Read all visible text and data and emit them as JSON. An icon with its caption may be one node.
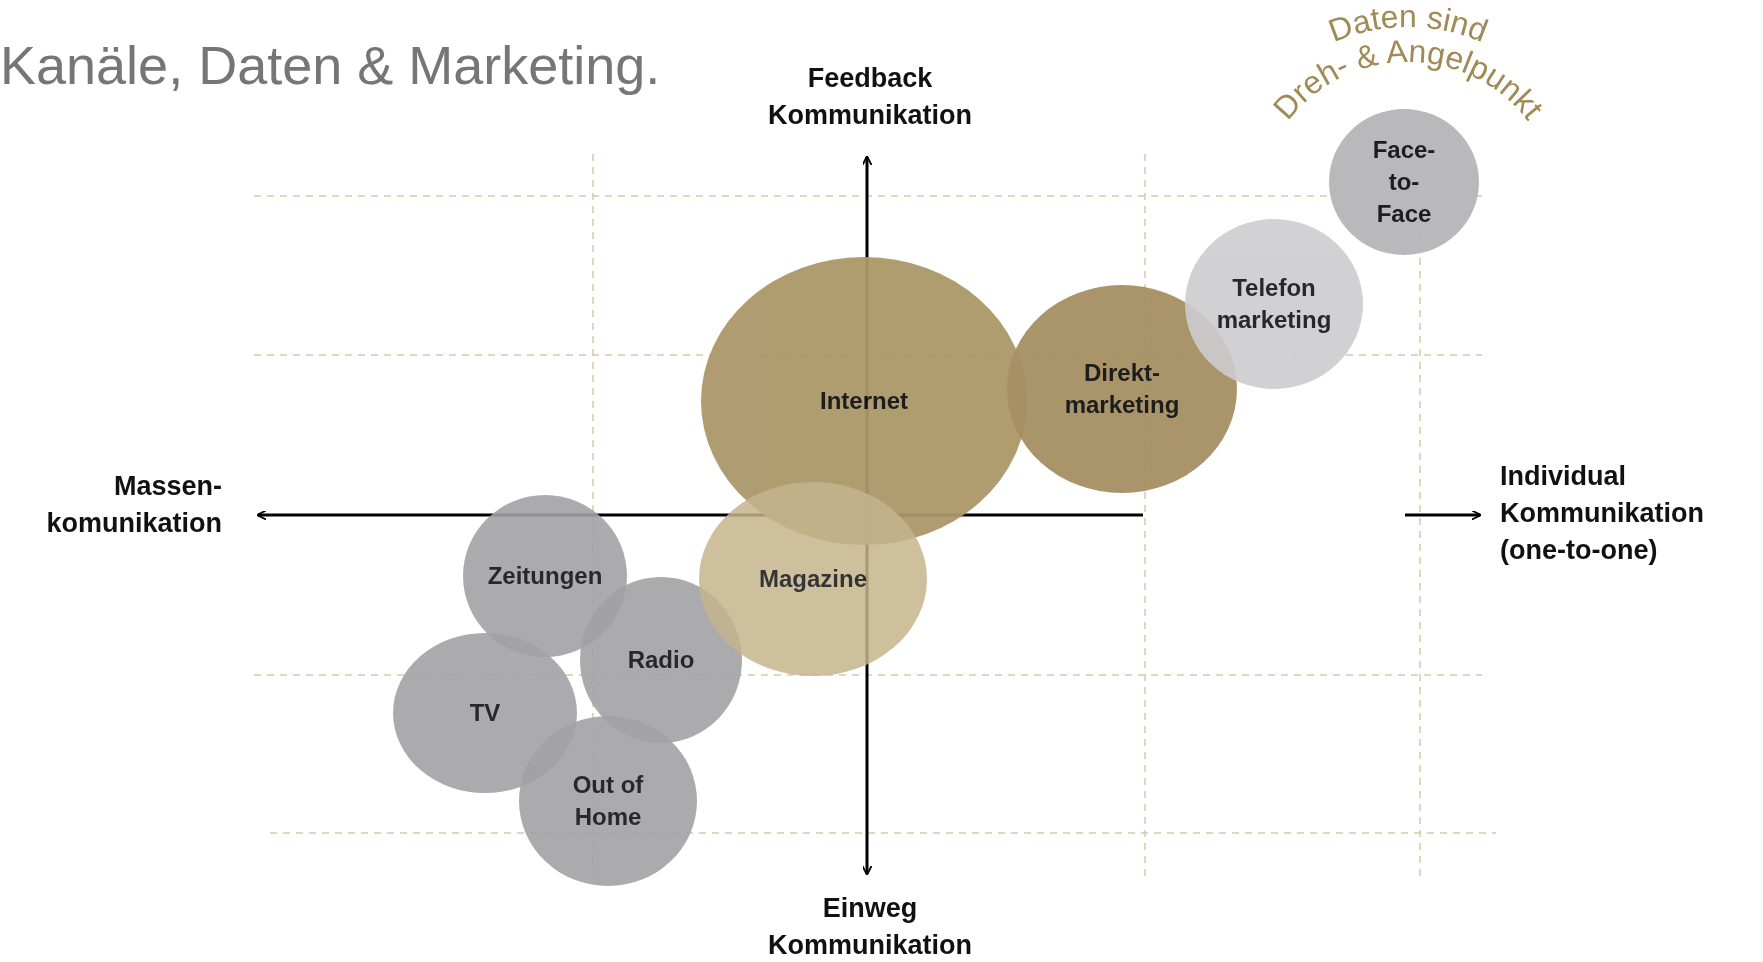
{
  "diagram": {
    "title": "Kanäle, Daten & Marketing.",
    "nodes": [
      {
        "text": [
          "Face-to-Face"
        ]
      },
      {
        "text": [
          "Telefon marketing"
        ]
      },
      {
        "text": [
          "Direkt-marketing"
        ]
      },
      {
        "text": [
          "Internet"
        ]
      },
      {
        "text": [
          "Zeitungen"
        ]
      },
      {
        "text": [
          "Magazine"
        ]
      },
      {
        "text": [
          "Radio"
        ]
      },
      {
        "text": [
          "TV"
        ]
      },
      {
        "text": [
          "Out of Home"
        ]
      }
    ],
    "labels": [
      "Daten sind",
      "Dreh- & Angelpunkt",
      "Feedback Kommunikation",
      "Massen-komunikation",
      "Individual Kommunikation (one-to-one)",
      "Einweg Kommunikation"
    ]
  }
}
